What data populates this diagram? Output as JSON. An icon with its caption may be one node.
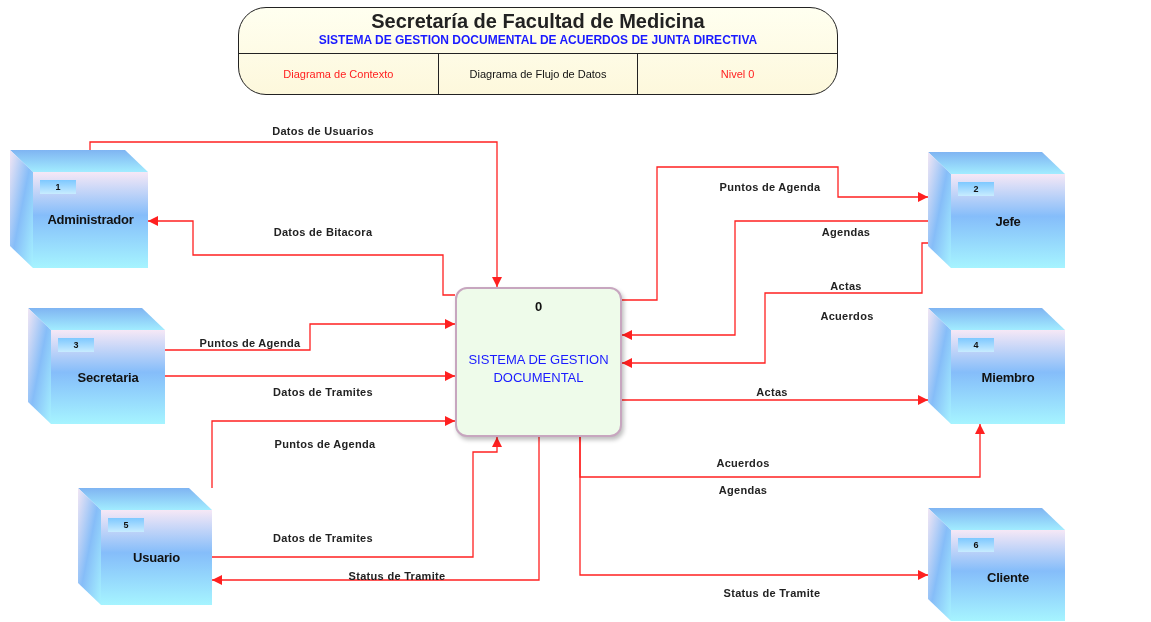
{
  "diagram": {
    "title": "Secretaría de Facultad de Medicina",
    "nodes": [
      {
        "text": [
          "1",
          "Administrador"
        ]
      },
      {
        "text": [
          "2",
          "Jefe"
        ]
      },
      {
        "text": [
          "0",
          "SISTEMA DE GESTION DOCUMENTAL"
        ]
      },
      {
        "text": [
          "3",
          "Secretaria"
        ]
      },
      {
        "text": [
          "4",
          "Miembro"
        ]
      },
      {
        "text": [
          "5",
          "Usuario"
        ]
      },
      {
        "text": [
          "6",
          "Cliente"
        ]
      }
    ],
    "edges": [
      {
        "from": 0,
        "to": 2,
        "arrow": "to",
        "label": "Datos de Usuarios"
      },
      {
        "from": 2,
        "to": 0,
        "arrow": "to",
        "label": "Datos de Bitacora"
      },
      {
        "from": 3,
        "to": 2,
        "arrow": "to",
        "label": "Puntos de Agenda"
      },
      {
        "from": 3,
        "to": 2,
        "arrow": "to",
        "label": "Datos de Tramites"
      },
      {
        "from": 5,
        "to": 2,
        "arrow": "to",
        "label": "Puntos de Agenda"
      },
      {
        "from": 5,
        "to": 2,
        "arrow": "to",
        "label": "Datos de Tramites"
      },
      {
        "from": 2,
        "to": 5,
        "arrow": "to",
        "label": "Status de Tramite"
      },
      {
        "from": 2,
        "to": 1,
        "arrow": "to",
        "label": "Puntos de Agenda"
      },
      {
        "from": 1,
        "to": 2,
        "arrow": "to",
        "label": "Agendas"
      },
      {
        "from": 1,
        "to": 2,
        "arrow": "to",
        "label": "Actas"
      },
      {
        "from": 2,
        "to": 4,
        "arrow": "to",
        "label": "Actas"
      },
      {
        "from": 2,
        "to": 4,
        "arrow": "to",
        "label": "Acuerdos"
      },
      {
        "from": 2,
        "to": 6,
        "arrow": "to",
        "label": "Status de Tramite"
      }
    ],
    "labels": [
      "SISTEMA DE GESTION DOCUMENTAL DE ACUERDOS DE JUNTA DIRECTIVA",
      "Diagrama de Contexto",
      "Diagrama de Flujo de Datos",
      "Nivel 0",
      "Acuerdos",
      "Agendas"
    ]
  }
}
